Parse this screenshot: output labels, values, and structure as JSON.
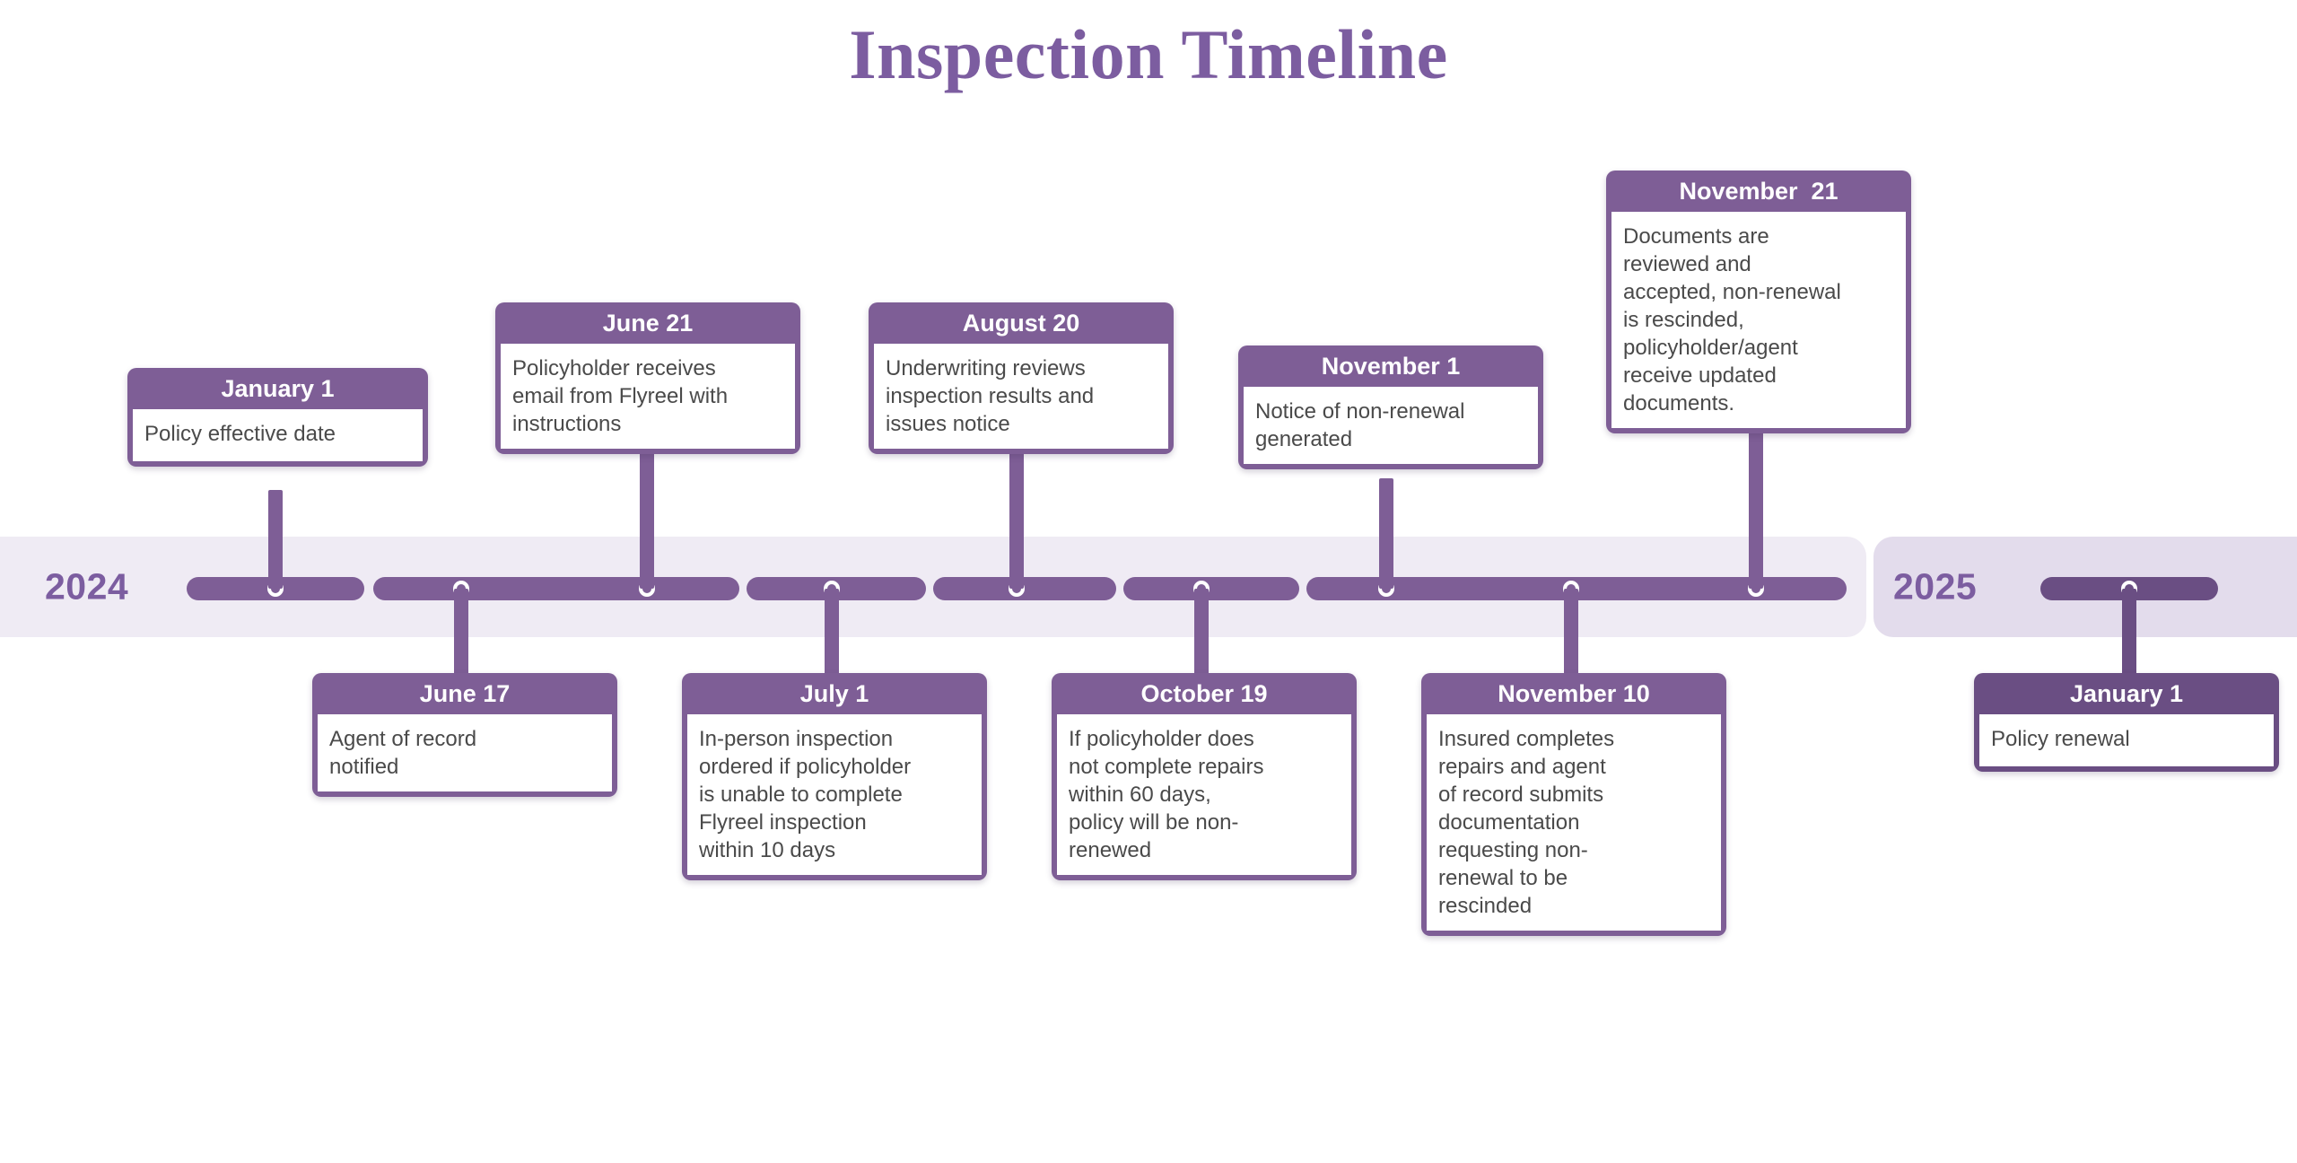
{
  "title": "Inspection Timeline",
  "colors": {
    "accent_purple": "#7E5E96",
    "accent_purple_dark": "#6A4E83",
    "title_purple": "#7C5DA0",
    "band_2024": "#EFEBF4",
    "band_2025": "#E3DCEC",
    "body_text": "#4A4A4A",
    "card_body_bg": "#FFFFFF"
  },
  "axis": {
    "years": [
      {
        "label": "2024"
      },
      {
        "label": "2025"
      }
    ]
  },
  "events": [
    {
      "id": "january-1-2024",
      "date": "January 1",
      "description": "Policy effective date",
      "side": "above",
      "year": "2024"
    },
    {
      "id": "june-17-2024",
      "date": "June 17",
      "description": "Agent of record\nnotified",
      "side": "below",
      "year": "2024"
    },
    {
      "id": "june-21-2024",
      "date": "June 21",
      "description": "Policyholder receives\nemail from Flyreel with\ninstructions",
      "side": "above",
      "year": "2024"
    },
    {
      "id": "july-1-2024",
      "date": "July 1",
      "description": "In-person inspection\nordered if policyholder\nis unable to complete\nFlyreel inspection\nwithin 10 days",
      "side": "below",
      "year": "2024"
    },
    {
      "id": "august-20-2024",
      "date": "August 20",
      "description": "Underwriting reviews\ninspection results and\nissues notice",
      "side": "above",
      "year": "2024"
    },
    {
      "id": "october-19-2024",
      "date": "October 19",
      "description": "If policyholder does\nnot complete repairs\nwithin 60 days,\npolicy will be non-\nrenewed",
      "side": "below",
      "year": "2024"
    },
    {
      "id": "november-1-2024",
      "date": "November 1",
      "description": "Notice of non-renewal\ngenerated",
      "side": "above",
      "year": "2024"
    },
    {
      "id": "november-10-2024",
      "date": "November 10",
      "description": "Insured completes\nrepairs and agent\nof record submits\ndocumentation\nrequesting non-\nrenewal to be\nrescinded",
      "side": "below",
      "year": "2024"
    },
    {
      "id": "november-21-2024",
      "date": "November  21",
      "description": "Documents are\nreviewed and\naccepted, non-renewal\nis rescinded,\npolicyholder/agent\nreceive updated\ndocuments.",
      "side": "above",
      "year": "2024"
    },
    {
      "id": "january-1-2025",
      "date": "January 1",
      "description": "Policy renewal",
      "side": "below",
      "year": "2025"
    }
  ]
}
